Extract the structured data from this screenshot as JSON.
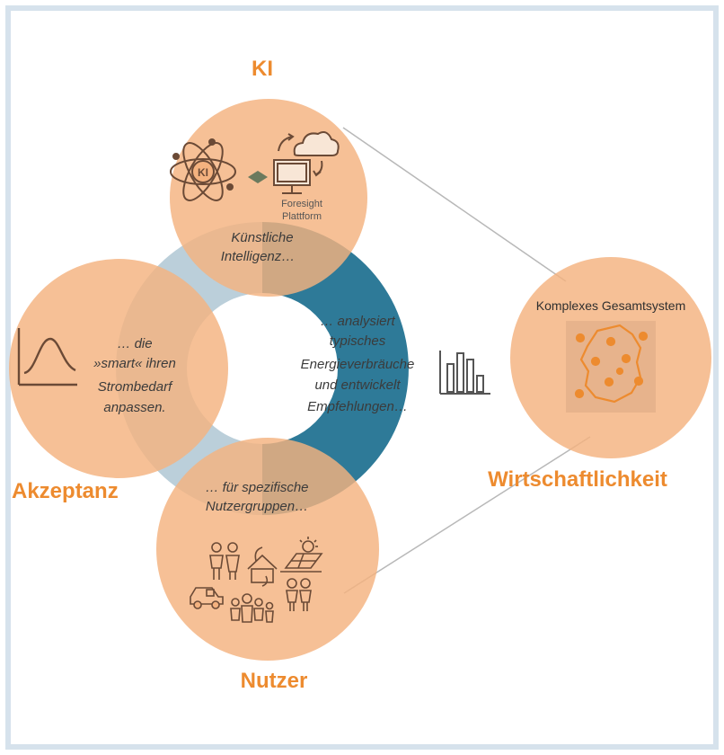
{
  "diagram": {
    "labels": {
      "ki": "KI",
      "akzeptanz": "Akzeptanz",
      "nutzer": "Nutzer",
      "wirtschaftlichkeit": "Wirtschaftlichkeit",
      "komplexes": "Komplexes Gesamtsystem",
      "foresight_line1": "Foresight",
      "foresight_line2": "Plattform",
      "ki_icon": "KI"
    },
    "texts": {
      "kuenstliche_line1": "Künstliche",
      "kuenstliche_line2": "Intelligenz…",
      "analysiert_line1": "… analysiert",
      "analysiert_line2": "typisches",
      "analysiert_line3": "Energieverbräuche",
      "analysiert_line4": "und entwickelt",
      "analysiert_line5": "Empfehlungen…",
      "nutzergruppen_line1": "… für spezifische",
      "nutzergruppen_line2": "Nutzergruppen…",
      "smart_line1": "… die",
      "smart_line2": "»smart« ihren",
      "smart_line3": "Strombedarf",
      "smart_line4": "anpassen."
    },
    "colors": {
      "title_orange": "#ED8B2F",
      "circle_orange": "#F4B27F",
      "ring_teal": "#2E7A98",
      "ring_lightblue": "#B4CAD6",
      "frame": "#D6E2EC",
      "icon_brown": "#6b4a36"
    },
    "icons": [
      "atom-icon",
      "diamond-icon",
      "monitor-icon",
      "cloud-icon",
      "bell-curve-icon",
      "bar-chart-icon",
      "germany-map-icon",
      "people-icon",
      "house-icon",
      "solar-icon",
      "car-icon"
    ]
  }
}
